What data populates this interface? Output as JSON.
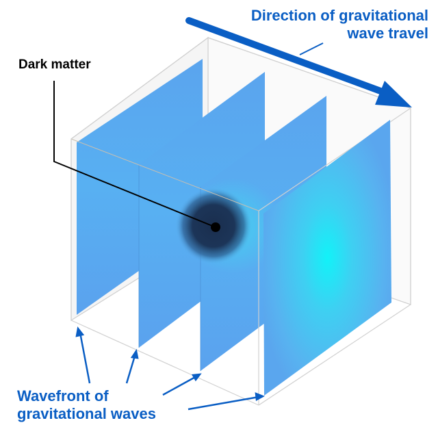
{
  "labels": {
    "dark_matter": "Dark matter",
    "direction_line1": "Direction of gravitational",
    "direction_line2": "wave travel",
    "wavefront_line1": "Wavefront of",
    "wavefront_line2": "gravitational waves"
  },
  "colors": {
    "accent_blue": "#0A5EC4",
    "plane_blue": "#5AA8F0",
    "plane_glow": "#12F2F8",
    "dark_matter": "#1C3558",
    "cube_edge": "#CCCCCC",
    "text_black": "#000000"
  },
  "elements": {
    "cube": "transparent-box",
    "wavefront_planes": 4,
    "direction_arrow": "arrow-right-down",
    "dark_matter_marker": "dot-with-halo"
  }
}
